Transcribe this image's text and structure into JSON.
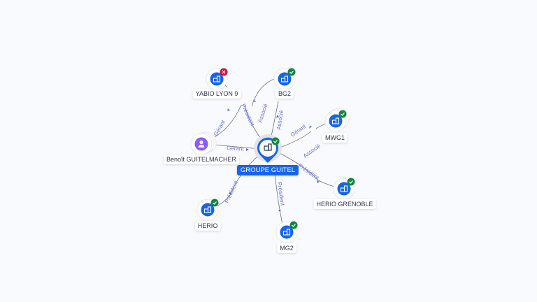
{
  "center": {
    "label": "GROUPE GUITEL",
    "status": "active"
  },
  "nodes": [
    {
      "label": "YABIO LYON 9",
      "type": "company",
      "status": "closed"
    },
    {
      "label": "BG2",
      "type": "company",
      "status": "active"
    },
    {
      "label": "MWG1",
      "type": "company",
      "status": "active"
    },
    {
      "label": "Benoît GUITELMACHER",
      "type": "person"
    },
    {
      "label": "HERIO GRENOBLE",
      "type": "company",
      "status": "active"
    },
    {
      "label": "HERIO",
      "type": "company",
      "status": "active"
    },
    {
      "label": "MG2",
      "type": "company",
      "status": "active"
    }
  ],
  "edges": {
    "benoit_yabio": "Gérant",
    "groupe_yabio_1": "Président",
    "groupe_yabio_2": "Associé",
    "groupe_bg2": "Associé",
    "groupe_mwg1_1": "Gérant",
    "groupe_mwg1_2": "Associé",
    "benoit_groupe": "Gérant",
    "groupe_herio_grenoble": "Président",
    "groupe_herio": "Président",
    "groupe_mg2": "Président"
  },
  "colors": {
    "accent": "#1565e6",
    "active": "#14853e",
    "closed": "#d3123b",
    "person": "#8b5cf6"
  }
}
